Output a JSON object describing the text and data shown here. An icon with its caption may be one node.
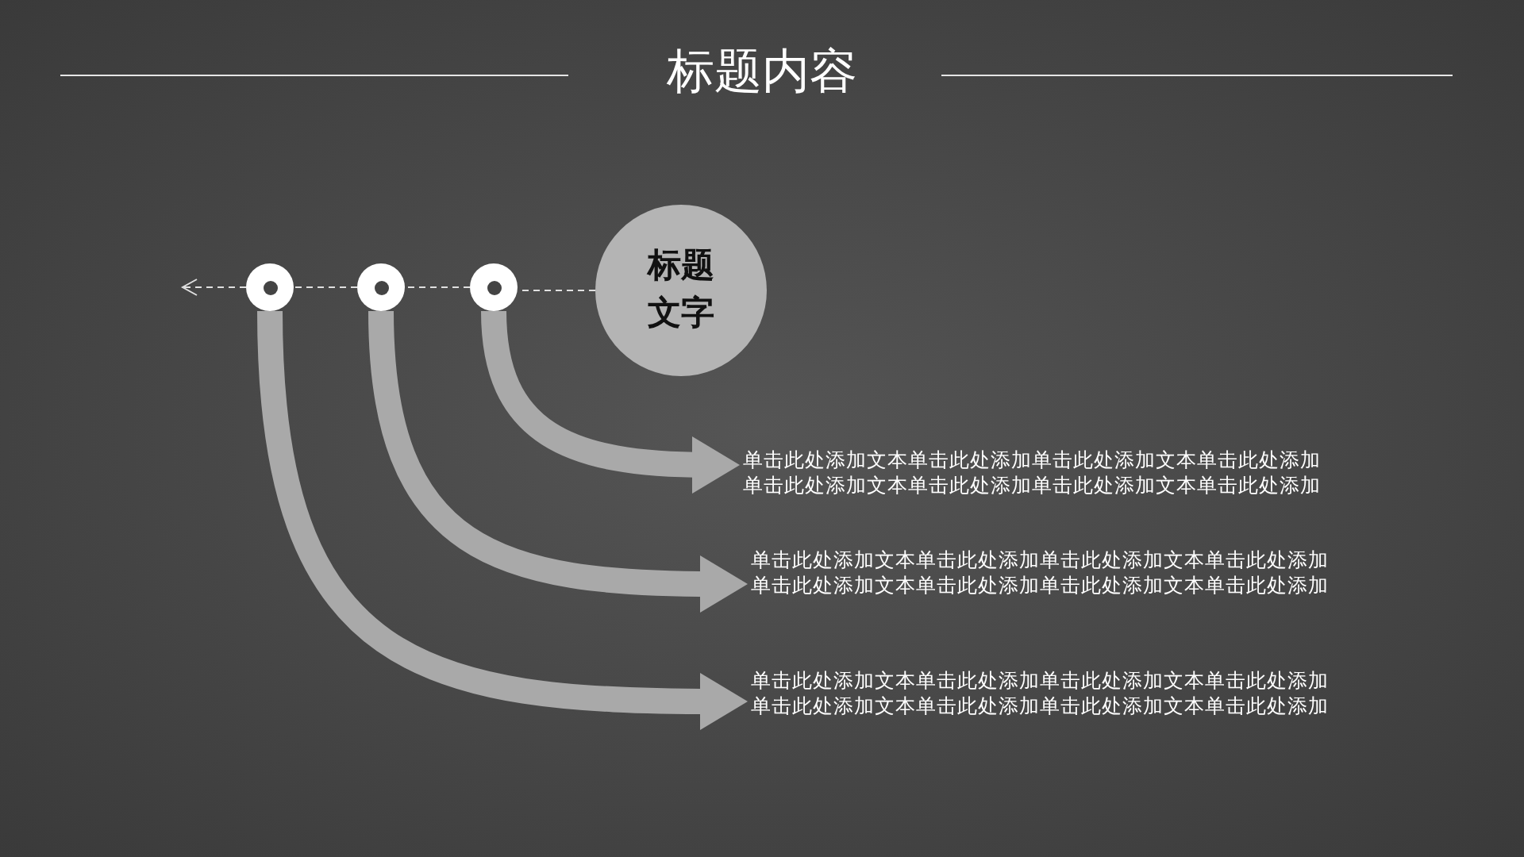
{
  "diagram": {
    "title": "标题内容",
    "nodes": [
      {
        "text": [
          "标题文字"
        ]
      },
      {
        "text": [],
        "shape": "circle"
      },
      {
        "text": [],
        "shape": "circle"
      },
      {
        "text": [],
        "shape": "circle"
      },
      {
        "text": [
          "单击此处添加文本单击此处添加单击此处添加文本单击此处添加单击此处添加文本单击此处添加单击此处添加文本单击此处添加"
        ]
      },
      {
        "text": [
          "单击此处添加文本单击此处添加单击此处添加文本单击此处添加单击此处添加文本单击此处添加单击此处添加文本单击此处添加"
        ]
      },
      {
        "text": [
          "单击此处添加文本单击此处添加单击此处添加文本单击此处添加单击此处添加文本单击此处添加单击此处添加文本单击此处添加"
        ]
      }
    ],
    "edges": [
      {
        "from": 0,
        "to": 3,
        "arrow": "none",
        "style": "dashed",
        "color": "#e0e0e0"
      },
      {
        "from": 3,
        "to": 2,
        "arrow": "none",
        "style": "dashed",
        "color": "#e0e0e0"
      },
      {
        "from": 2,
        "to": 1,
        "arrow": "none",
        "style": "dashed",
        "color": "#e0e0e0"
      },
      {
        "from": 1,
        "to": null,
        "arrow": "to",
        "style": "dashed",
        "color": "#e0e0e0"
      },
      {
        "from": 3,
        "to": 4,
        "arrow": "to",
        "style": "thick",
        "color": "#a9a9a9"
      },
      {
        "from": 2,
        "to": 5,
        "arrow": "to",
        "style": "thick",
        "color": "#a9a9a9"
      },
      {
        "from": 1,
        "to": 6,
        "arrow": "to",
        "style": "thick",
        "color": "#a9a9a9"
      }
    ]
  }
}
